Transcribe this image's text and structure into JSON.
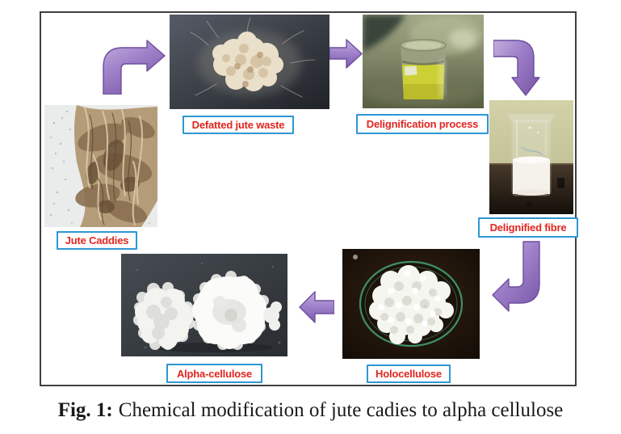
{
  "caption": {
    "prefix": "Fig. 1:",
    "text": "Chemical modification of jute cadies to alpha cellulose"
  },
  "stages": {
    "jute_caddies": "Jute Caddies",
    "defatted_jute_waste": "Defatted jute waste",
    "delignification_process": "Delignification process",
    "delignified_fibre": "Delignified fibre",
    "holocellulose": "Holocellulose",
    "alpha_cellulose": "Alpha-cellulose"
  },
  "colors": {
    "label_text": "#e0261f",
    "label_border": "#2e96d5",
    "arrow_fill": "#9d7fc8",
    "arrow_edge": "#6d4d9e",
    "box_border": "#404040"
  }
}
